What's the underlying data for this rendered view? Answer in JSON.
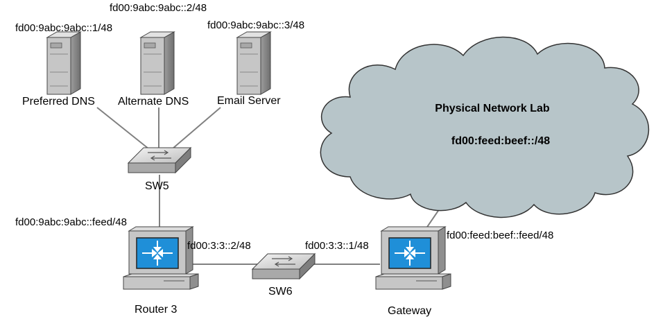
{
  "nodes": {
    "dns1": {
      "name": "Preferred DNS",
      "ip": "fd00:9abc:9abc::1/48"
    },
    "dns2": {
      "name": "Alternate DNS",
      "ip": "fd00:9abc:9abc::2/48"
    },
    "mail": {
      "name": "Email Server",
      "ip": "fd00:9abc:9abc::3/48"
    },
    "sw5": {
      "name": "SW5"
    },
    "sw6": {
      "name": "SW6"
    },
    "router3": {
      "name": "Router 3",
      "lan_ip": "fd00:9abc:9abc::feed/48",
      "wan_ip": "fd00:3:3::2/48"
    },
    "gateway": {
      "name": "Gateway",
      "lan_ip": "fd00:3:3::1/48",
      "lab_ip": "fd00:feed:beef::feed/48"
    }
  },
  "cloud": {
    "title": "Physical Network Lab",
    "subnet": "fd00:feed:beef::/48"
  },
  "colors": {
    "cloud_fill": "#b7c5c9",
    "server_body": "#c6c6c6",
    "router_screen": "#1f8fd8",
    "link": "#808080",
    "text": "#000000"
  }
}
